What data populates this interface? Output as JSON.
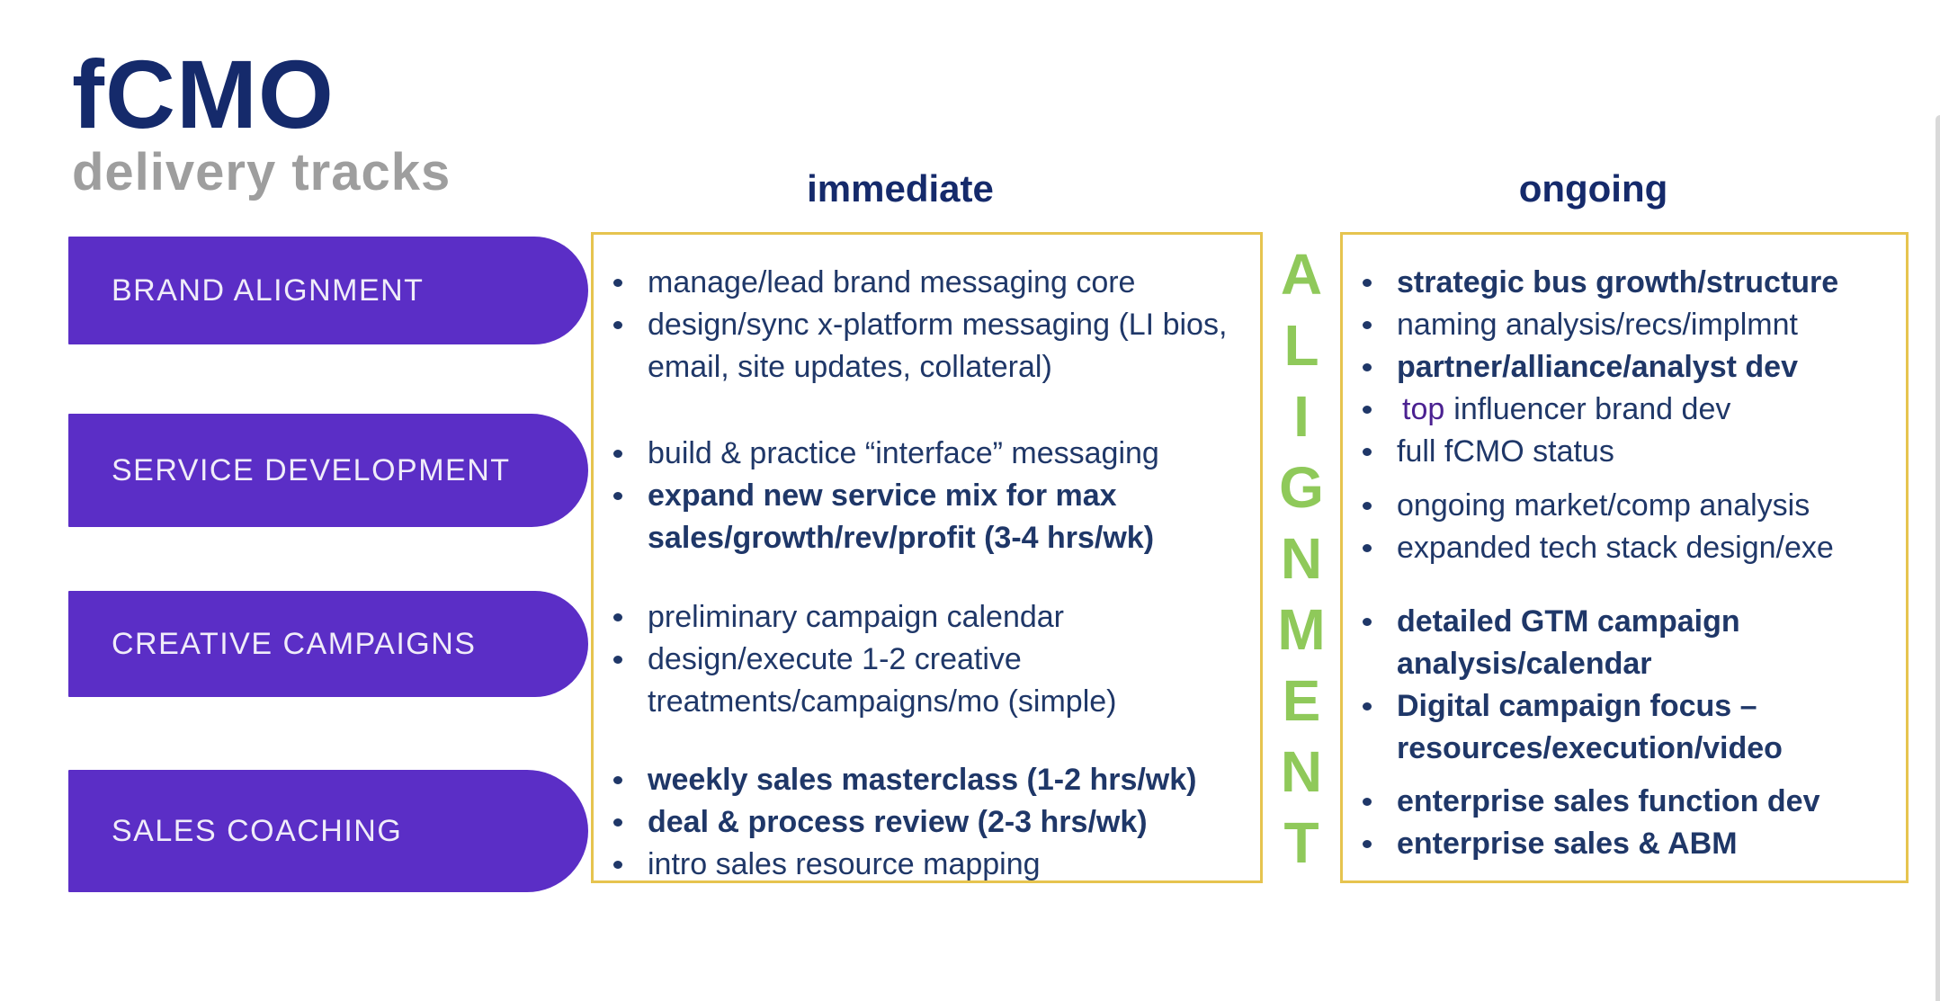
{
  "title": {
    "main": "fCMO",
    "subtitle": "delivery tracks"
  },
  "tracks": [
    {
      "id": "brand-alignment",
      "label": "BRAND ALIGNMENT"
    },
    {
      "id": "service-development",
      "label": "SERVICE DEVELOPMENT"
    },
    {
      "id": "creative-campaigns",
      "label": "CREATIVE CAMPAIGNS"
    },
    {
      "id": "sales-coaching",
      "label": "SALES COACHING"
    }
  ],
  "columns": {
    "immediate": {
      "header": "immediate",
      "groups": [
        {
          "bullets": [
            {
              "text": "manage/lead brand messaging core",
              "bold": false
            },
            {
              "text": "design/sync x-platform messaging (LI bios, email, site updates, collateral)",
              "bold": false
            }
          ]
        },
        {
          "bullets": [
            {
              "text": "build & practice “interface” messaging",
              "bold": false
            },
            {
              "text": "expand new service mix for max sales/growth/rev/profit (3-4 hrs/wk)",
              "bold": true
            }
          ]
        },
        {
          "bullets": [
            {
              "text": "preliminary campaign calendar",
              "bold": false
            },
            {
              "text": "design/execute 1-2 creative treatments/campaigns/mo (simple)",
              "bold": false
            }
          ]
        },
        {
          "bullets": [
            {
              "text": "weekly sales masterclass (1-2 hrs/wk)",
              "bold": true
            },
            {
              "text": "deal & process review (2-3 hrs/wk)",
              "bold": true
            },
            {
              "text": "intro sales resource mapping",
              "bold": false
            }
          ]
        }
      ]
    },
    "ongoing": {
      "header": "ongoing",
      "groups": [
        {
          "bullets": [
            {
              "text": "strategic bus growth/structure",
              "bold": true
            },
            {
              "text": "naming analysis/recs/implmnt",
              "bold": false
            },
            {
              "text": "partner/alliance/analyst dev",
              "bold": true
            },
            {
              "prefix": "top",
              "text": "influencer brand dev",
              "bold": false
            },
            {
              "text": "full fCMO status",
              "bold": false
            }
          ]
        },
        {
          "bullets": [
            {
              "text": "ongoing market/comp analysis",
              "bold": false
            },
            {
              "text": "expanded tech stack design/exe",
              "bold": false
            }
          ]
        },
        {
          "bullets": [
            {
              "text": "detailed GTM campaign analysis/calendar",
              "bold": true
            },
            {
              "text": "Digital campaign focus – resources/execution/video",
              "bold": true
            }
          ]
        },
        {
          "bullets": [
            {
              "text": "enterprise sales function dev",
              "bold": true
            },
            {
              "text": "enterprise sales & ABM",
              "bold": true
            }
          ]
        }
      ]
    }
  },
  "divider": {
    "word": "ALIGNMENT"
  },
  "colors": {
    "navy": "#152a6b",
    "body-navy": "#1f3768",
    "purple": "#5b2ec6",
    "pill-text": "#f0ecf9",
    "gold": "#e6c44f",
    "green": "#8fc95a",
    "accent-purple": "#4b2191",
    "gray": "#9e9e9e",
    "edge": "#d9d9d9"
  }
}
